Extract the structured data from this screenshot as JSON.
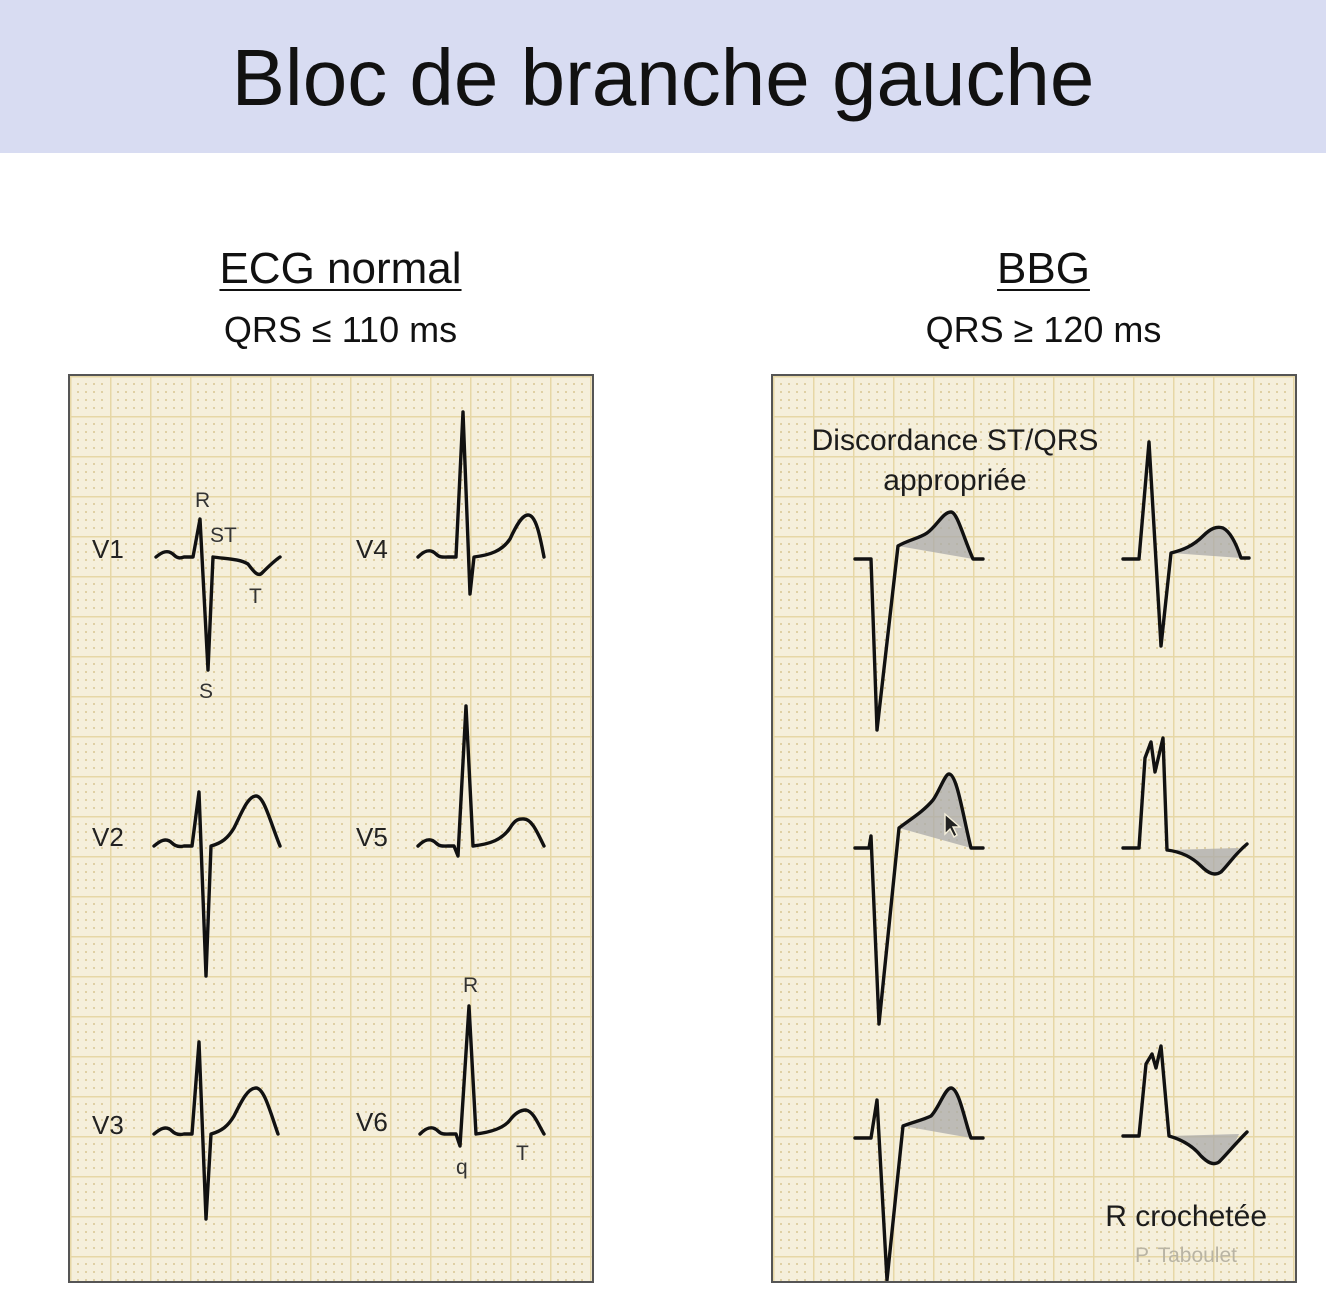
{
  "slide": {
    "title": "Bloc de branche gauche"
  },
  "normal": {
    "heading": "ECG normal",
    "subheading": "QRS ≤ 110 ms",
    "leads": {
      "v1": "V1",
      "v2": "V2",
      "v3": "V3",
      "v4": "V4",
      "v5": "V5",
      "v6": "V6"
    },
    "wave_labels": {
      "v1_r": "R",
      "v1_st": "ST",
      "v1_t": "T",
      "v1_s": "S",
      "v6_r": "R",
      "v6_q": "q",
      "v6_t": "T"
    }
  },
  "bbg": {
    "heading": "BBG",
    "subheading": "QRS ≥ 120 ms",
    "note_line1": "Discordance ST/QRS",
    "note_line2": "appropriée",
    "r_note": "R crochetée",
    "credit": "P. Taboulet"
  },
  "colors": {
    "title_band": "#d8dcf2",
    "ecg_paper": "#f5efdb",
    "grid_major": "#e6d7a6",
    "grid_minor": "#d8c792",
    "trace": "#111111",
    "shading": "#a9a9a9"
  }
}
